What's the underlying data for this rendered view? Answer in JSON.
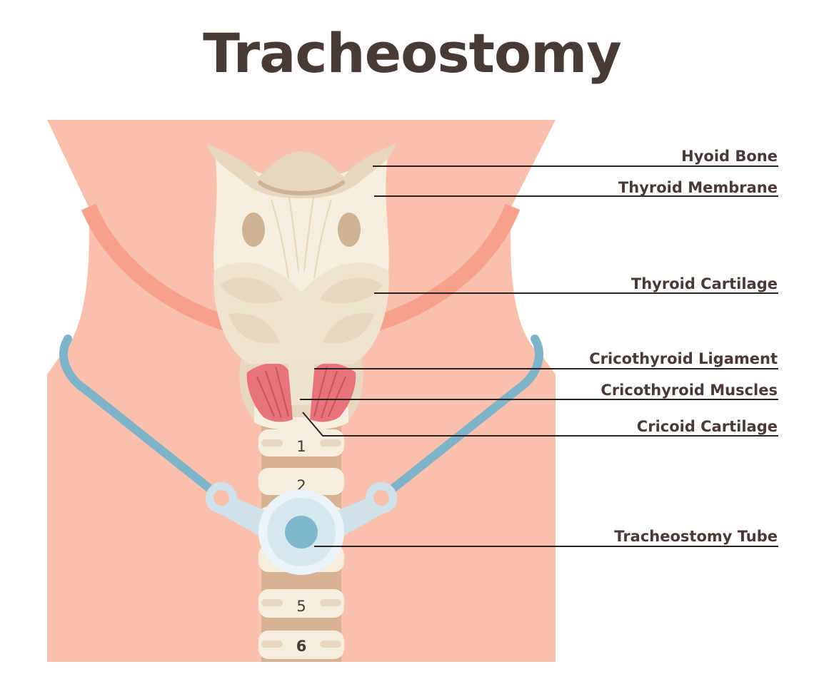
{
  "title": "Tracheostomy",
  "labels": [
    {
      "id": "hyoid-bone",
      "text": "Hyoid Bone"
    },
    {
      "id": "thyroid-membrane",
      "text": "Thyroid Membrane"
    },
    {
      "id": "thyroid-cartilage",
      "text": "Thyroid Cartilage"
    },
    {
      "id": "cricothyroid-ligament",
      "text": "Cricothyroid Ligament"
    },
    {
      "id": "cricothyroid-muscles",
      "text": "Cricothyroid Muscles"
    },
    {
      "id": "cricoid-cartilage",
      "text": "Cricoid Cartilage"
    },
    {
      "id": "tracheostomy-tube",
      "text": "Tracheostomy Tube"
    }
  ],
  "ring_numbers": [
    "1",
    "2",
    "5",
    "6"
  ],
  "colors": {
    "skin": "#f9c0ad",
    "skin_shadow": "#f7a08c",
    "cartilage": "#f6eedd",
    "cartilage_shade": "#e7d7c0",
    "muscle": "#e8737a",
    "trachea_gap": "#d8b393",
    "strap": "#7eb3c9",
    "tube_flange": "#cfe2ec",
    "tube_core": "#7fb8cc",
    "text": "#4a3a36"
  }
}
